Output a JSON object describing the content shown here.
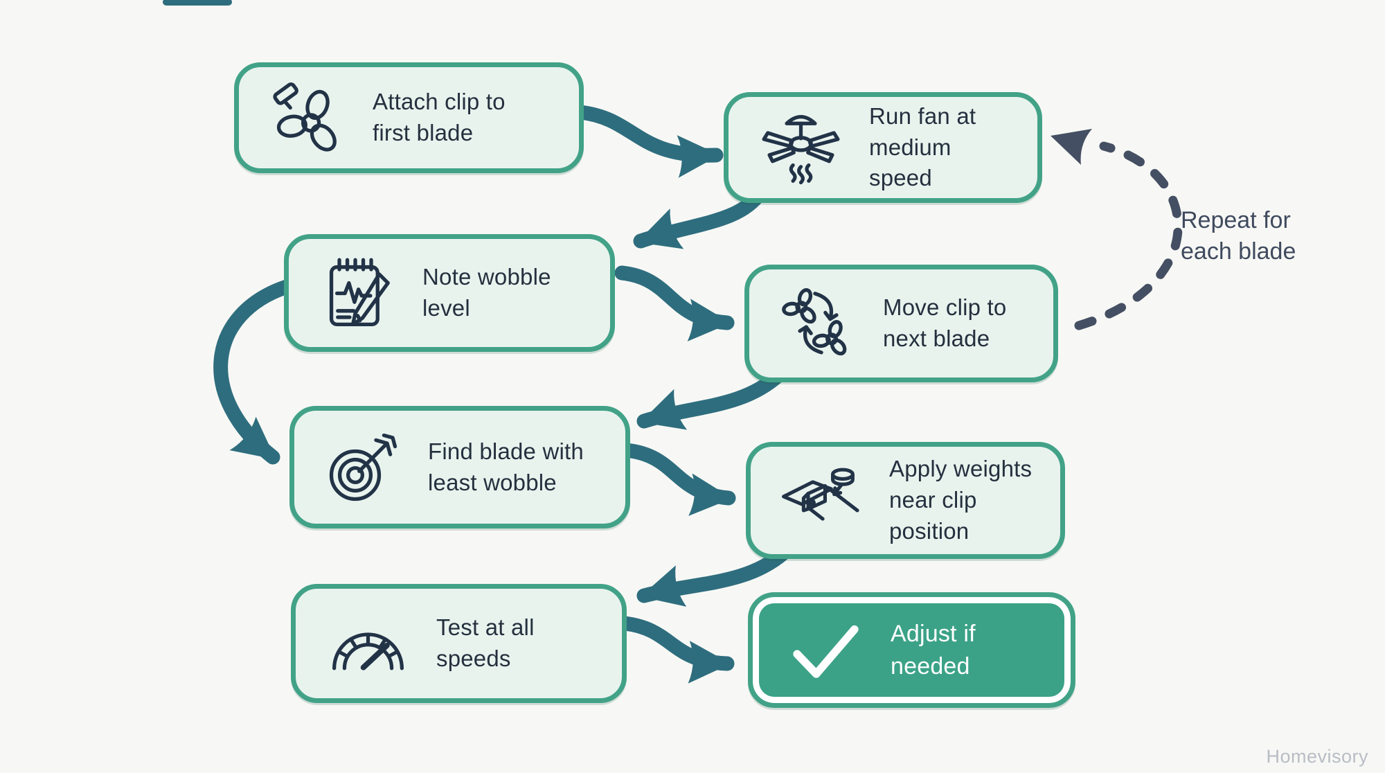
{
  "diagram_title": "",
  "steps": [
    {
      "id": "attach-clip",
      "label": "Attach clip to\nfirst blade",
      "icon": "fan-with-clip-icon"
    },
    {
      "id": "run-fan",
      "label": "Run fan at\nmedium speed",
      "icon": "ceiling-fan-icon"
    },
    {
      "id": "note-wobble",
      "label": "Note wobble\nlevel",
      "icon": "notepad-pencil-icon"
    },
    {
      "id": "move-clip",
      "label": "Move clip to\nnext blade",
      "icon": "fan-rotate-cycle-icon"
    },
    {
      "id": "find-blade",
      "label": "Find blade with\nleast wobble",
      "icon": "target-arrow-icon"
    },
    {
      "id": "apply-weights",
      "label": "Apply weights\nnear clip position",
      "icon": "blade-weight-icon"
    },
    {
      "id": "test-speeds",
      "label": "Test at all\nspeeds",
      "icon": "speedometer-icon"
    },
    {
      "id": "adjust",
      "label": "Adjust if needed",
      "icon": "checkmark-icon",
      "variant": "solid-green"
    }
  ],
  "annotations": {
    "repeat_note": "Repeat for\neach blade"
  },
  "watermark": "Homevisory",
  "colors": {
    "background": "#f7f8f5",
    "box_fill": "#e9f3ee",
    "box_border": "#42a287",
    "box_text": "#24303e",
    "flow_arrow": "#2e6d7e",
    "repeat_arrow": "#454f63",
    "final_box_fill": "#3ba287",
    "final_box_text": "#ffffff",
    "icon_stroke": "#223347",
    "watermark_text": "#b8bdc5"
  }
}
